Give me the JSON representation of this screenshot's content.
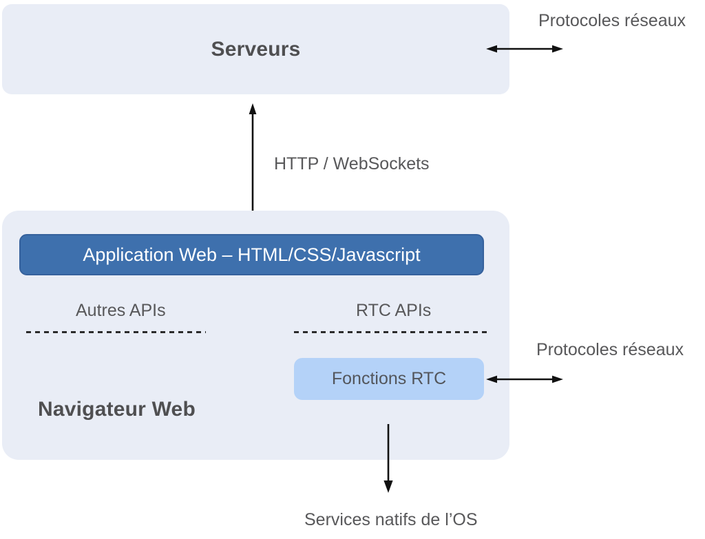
{
  "diagram": {
    "servers": {
      "label": "Serveurs"
    },
    "protocols_top": {
      "label": "Protocoles réseaux"
    },
    "http_ws": {
      "label": "HTTP / WebSockets"
    },
    "browser": {
      "label": "Navigateur Web",
      "web_app": {
        "label": "Application Web – HTML/CSS/Javascript"
      },
      "other_apis": {
        "label": "Autres APIs"
      },
      "rtc_apis": {
        "label": "RTC APIs"
      },
      "rtc_functions": {
        "label": "Fonctions RTC"
      }
    },
    "protocols_bottom": {
      "label": "Protocoles réseaux"
    },
    "os_services": {
      "label": "Services natifs de l’OS"
    },
    "colors": {
      "box_fill": "#E9EDF6",
      "web_app_bar_fill": "#3E70AD",
      "web_app_bar_border": "#35619C",
      "rtc_functions_fill": "#B4D2F8",
      "label_gray": "#58585A",
      "title_gray": "#4F4F51",
      "arrow_black": "#111111"
    }
  }
}
